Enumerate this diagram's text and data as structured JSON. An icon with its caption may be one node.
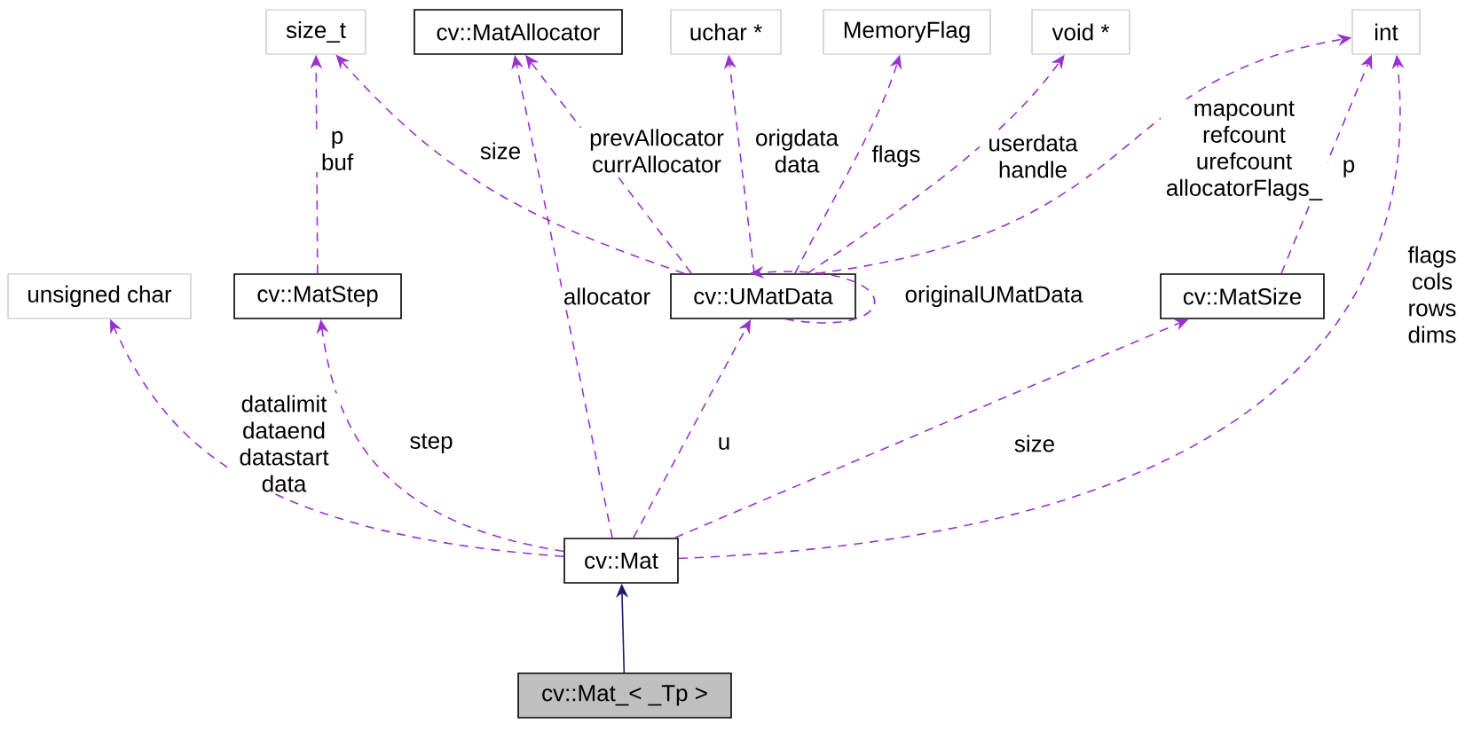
{
  "diagram": {
    "nodes": [
      {
        "text": [
          "size_t"
        ]
      },
      {
        "text": [
          "cv::MatAllocator"
        ]
      },
      {
        "text": [
          "uchar *"
        ]
      },
      {
        "text": [
          "MemoryFlag"
        ]
      },
      {
        "text": [
          "void *"
        ]
      },
      {
        "text": [
          "int"
        ]
      },
      {
        "text": [
          "unsigned char"
        ]
      },
      {
        "text": [
          "cv::MatStep"
        ]
      },
      {
        "text": [
          "cv::UMatData"
        ]
      },
      {
        "text": [
          "cv::MatSize"
        ]
      },
      {
        "text": [
          "cv::Mat"
        ]
      },
      {
        "text": [
          "cv::Mat_< _Tp >"
        ]
      }
    ],
    "edges": [
      {
        "from": 7,
        "to": 0,
        "arrow": "to",
        "label": "p buf",
        "style": "dashed"
      },
      {
        "from": 8,
        "to": 0,
        "arrow": "to",
        "label": "size",
        "style": "dashed"
      },
      {
        "from": 10,
        "to": 1,
        "arrow": "to",
        "label": "allocator",
        "style": "dashed"
      },
      {
        "from": 8,
        "to": 1,
        "arrow": "to",
        "label": "prevAllocator currAllocator",
        "style": "dashed"
      },
      {
        "from": 8,
        "to": 2,
        "arrow": "to",
        "label": "origdata data",
        "style": "dashed"
      },
      {
        "from": 8,
        "to": 3,
        "arrow": "to",
        "label": "flags",
        "style": "dashed"
      },
      {
        "from": 8,
        "to": 4,
        "arrow": "to",
        "label": "userdata handle",
        "style": "dashed"
      },
      {
        "from": 8,
        "to": 5,
        "arrow": "to",
        "label": "mapcount refcount urefcount allocatorFlags_",
        "style": "dashed"
      },
      {
        "from": 8,
        "to": 8,
        "arrow": "to",
        "label": "originalUMatData",
        "style": "dashed"
      },
      {
        "from": 9,
        "to": 5,
        "arrow": "to",
        "label": "p",
        "style": "dashed"
      },
      {
        "from": 10,
        "to": 5,
        "arrow": "to",
        "label": "flags cols rows dims",
        "style": "dashed"
      },
      {
        "from": 10,
        "to": 6,
        "arrow": "to",
        "label": "datalimit dataend datastart data",
        "style": "dashed"
      },
      {
        "from": 10,
        "to": 7,
        "arrow": "to",
        "label": "step",
        "style": "dashed"
      },
      {
        "from": 10,
        "to": 8,
        "arrow": "to",
        "label": "u",
        "style": "dashed"
      },
      {
        "from": 10,
        "to": 9,
        "arrow": "to",
        "label": "size",
        "style": "dashed"
      },
      {
        "from": 11,
        "to": 10,
        "arrow": "to",
        "color": "#191970"
      }
    ]
  }
}
